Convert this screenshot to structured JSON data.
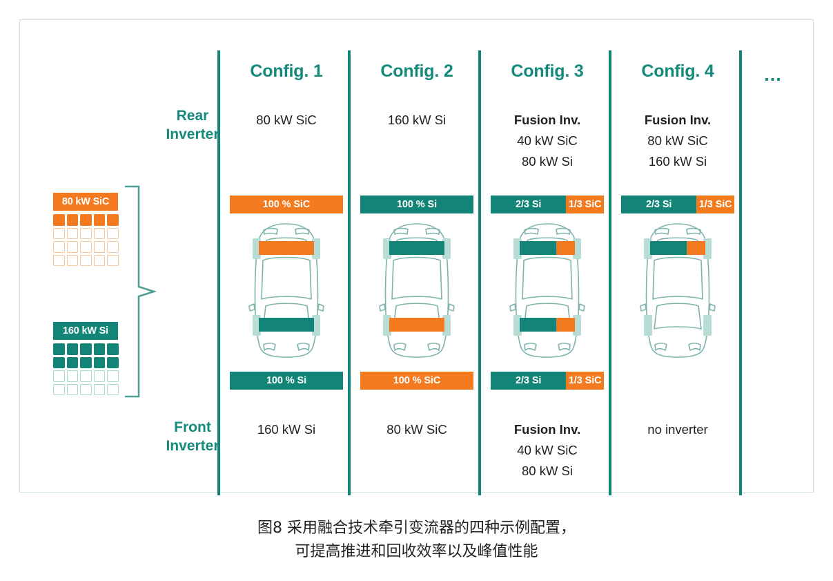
{
  "figure": {
    "caption_line1": "图8 采用融合技术牵引变流器的四种示例配置，",
    "caption_line2": "可提高推进和回收效率以及峰值性能",
    "ellipsis": "..."
  },
  "colors": {
    "sic_orange": "#f47a20",
    "si_teal": "#138578",
    "heading_teal": "#148a7c",
    "frame_border": "#cfe5de",
    "car_outline": "#7fb3ad",
    "text_dark": "#231f20"
  },
  "rows": {
    "rear_label_line1": "Rear",
    "rear_label_line2": "Inverter",
    "front_label_line1": "Front",
    "front_label_line2": "Inverter"
  },
  "legend": [
    {
      "name": "sic-legend",
      "tag": "80 kW SiC",
      "type": "sic",
      "rows": 4,
      "cols": 5,
      "filled_rows": 1
    },
    {
      "name": "si-legend",
      "tag": "160 kW Si",
      "type": "si",
      "rows": 4,
      "cols": 5,
      "filled_rows": 2
    }
  ],
  "configs": [
    {
      "header": "Config. 1",
      "rear_spec": [
        "80 kW SiC"
      ],
      "rear_spec_bold": [
        false
      ],
      "front_spec": [
        "160 kW Si"
      ],
      "front_spec_bold": [
        false
      ],
      "top_bar": [
        {
          "label": "100 % SiC",
          "type": "sic",
          "fraction": 1.0
        }
      ],
      "bottom_bar": [
        {
          "label": "100 % Si",
          "type": "si",
          "fraction": 1.0
        }
      ],
      "rear_axle": [
        {
          "type": "sic",
          "fraction": 1.0
        }
      ],
      "front_axle": [
        {
          "type": "si",
          "fraction": 1.0
        }
      ]
    },
    {
      "header": "Config. 2",
      "rear_spec": [
        "160 kW Si"
      ],
      "rear_spec_bold": [
        false
      ],
      "front_spec": [
        "80 kW SiC"
      ],
      "front_spec_bold": [
        false
      ],
      "top_bar": [
        {
          "label": "100 % Si",
          "type": "si",
          "fraction": 1.0
        }
      ],
      "bottom_bar": [
        {
          "label": "100 % SiC",
          "type": "sic",
          "fraction": 1.0
        }
      ],
      "rear_axle": [
        {
          "type": "si",
          "fraction": 1.0
        }
      ],
      "front_axle": [
        {
          "type": "sic",
          "fraction": 1.0
        }
      ]
    },
    {
      "header": "Config. 3",
      "rear_spec": [
        "Fusion Inv.",
        "40 kW SiC",
        "80 kW Si"
      ],
      "rear_spec_bold": [
        true,
        false,
        false
      ],
      "front_spec": [
        "Fusion Inv.",
        "40 kW SiC",
        "80 kW Si"
      ],
      "front_spec_bold": [
        true,
        false,
        false
      ],
      "top_bar": [
        {
          "label": "2/3 Si",
          "type": "si",
          "fraction": 0.667
        },
        {
          "label": "1/3 SiC",
          "type": "sic",
          "fraction": 0.333
        }
      ],
      "bottom_bar": [
        {
          "label": "2/3 Si",
          "type": "si",
          "fraction": 0.667
        },
        {
          "label": "1/3 SiC",
          "type": "sic",
          "fraction": 0.333
        }
      ],
      "rear_axle": [
        {
          "type": "si",
          "fraction": 0.667
        },
        {
          "type": "sic",
          "fraction": 0.333
        }
      ],
      "front_axle": [
        {
          "type": "si",
          "fraction": 0.667
        },
        {
          "type": "sic",
          "fraction": 0.333
        }
      ]
    },
    {
      "header": "Config. 4",
      "rear_spec": [
        "Fusion Inv.",
        "80 kW SiC",
        "160 kW Si"
      ],
      "rear_spec_bold": [
        true,
        false,
        false
      ],
      "front_spec": [
        "no inverter"
      ],
      "front_spec_bold": [
        false
      ],
      "top_bar": [
        {
          "label": "2/3 Si",
          "type": "si",
          "fraction": 0.667
        },
        {
          "label": "1/3 SiC",
          "type": "sic",
          "fraction": 0.333
        }
      ],
      "bottom_bar": [],
      "rear_axle": [
        {
          "type": "si",
          "fraction": 0.667
        },
        {
          "type": "sic",
          "fraction": 0.333
        }
      ],
      "front_axle": []
    }
  ]
}
